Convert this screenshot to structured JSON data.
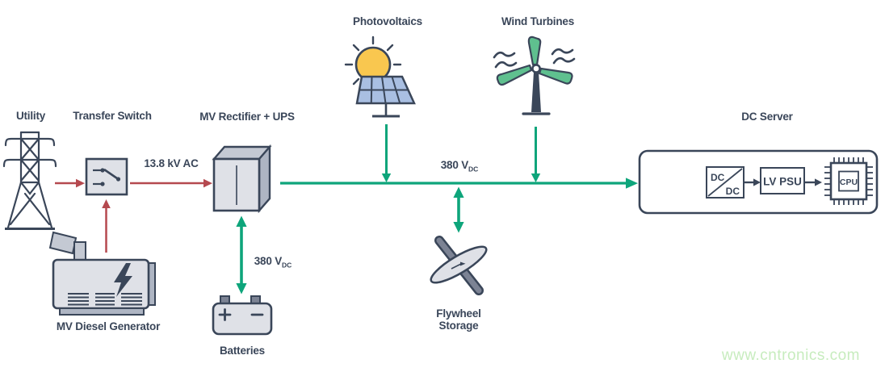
{
  "title": "DC power distribution diagram",
  "colors": {
    "navy": "#3a4659",
    "red": "#b5494f",
    "green": "#0ea57b",
    "light_gray": "#dfe1e7",
    "mid_gray": "#c4c9d3",
    "steel": "#aeb5c3",
    "dark_gray": "#7c8394",
    "sun_yellow": "#f9c74f",
    "panel_blue": "#a9bfe2",
    "blade_green": "#5fc08f",
    "watermark_green": "#c7ecbe"
  },
  "nodes": {
    "utility": {
      "label": "Utility"
    },
    "transfer_switch": {
      "label": "Transfer Switch"
    },
    "mv_diesel_generator": {
      "label": "MV Diesel Generator"
    },
    "mv_rectifier_ups": {
      "label": "MV Rectifier + UPS"
    },
    "photovoltaics": {
      "label": "Photovoltaics"
    },
    "wind_turbines": {
      "label": "Wind Turbines"
    },
    "batteries": {
      "label": "Batteries"
    },
    "flywheel_storage": {
      "line1": "Flywheel",
      "line2": "Storage"
    },
    "dc_server": {
      "label": "DC Server",
      "dcdc_converter": {
        "top": "DC",
        "bottom": "DC"
      },
      "lv_psu": "LV PSU",
      "cpu": "CPU"
    }
  },
  "connection_labels": {
    "ac_link": "13.8 kV AC",
    "dc_bus": {
      "text": "380 V",
      "sub": "DC"
    },
    "battery_link": {
      "text": "380 V",
      "sub": "DC"
    }
  },
  "watermark": "www.cntronics.com"
}
